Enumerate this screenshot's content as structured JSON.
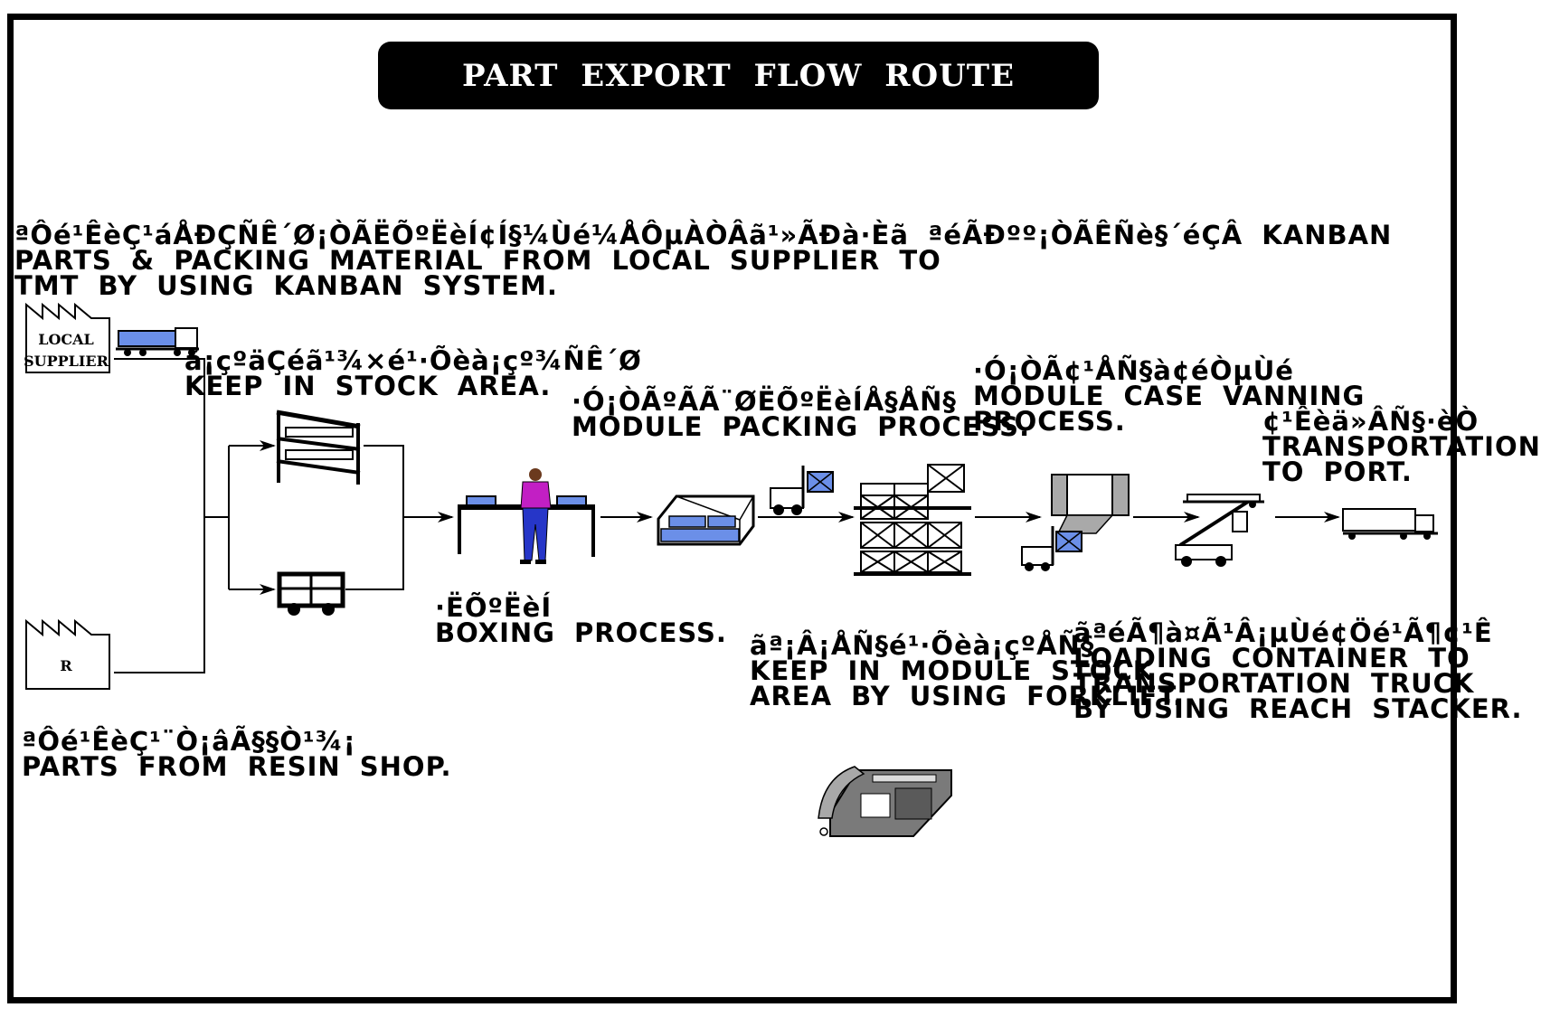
{
  "title": "PART  EXPORT  FLOW  ROUTE",
  "factories": {
    "local_supplier": [
      "LOCAL",
      "SUPPLIER"
    ],
    "resin": "R"
  },
  "labels": {
    "kanban": {
      "line1": "ªÔé¹ÊèÇ¹áÅÐÇÑÊ´Ø¡ÒÃËÕºËèÍ¢Í§¼Ùé¼ÅÔµÀÒÂã¹»ÃÐà·Èã ªéÃÐºº¡ÒÃÊÑè§´éÇÂ  KANBAN",
      "line2": "PARTS  &  PACKING  MATERIAL  FROM  LOCAL  SUPPLIER  TO",
      "line3": "TMT  BY  USING  KANBAN  SYSTEM."
    },
    "keep_stock": {
      "line1": "ã¡çºäÇéã¹¾×é¹·Õèà¡çº¾ÑÊ´Ø",
      "line2": "KEEP  IN  STOCK  AREA."
    },
    "module_packing": {
      "line1": "·Ó¡ÒÃºÃÃ¨ØËÕºËèÍÅ§ÅÑ§",
      "line2": "MODULE  PACKING  PROCESS."
    },
    "vanning": {
      "line1": "·Ó¡ÒÃ¢¹ÅÑ§à¢éÒµÙé",
      "line2": "MODULE  CASE  VANNING",
      "line3": "PROCESS."
    },
    "transport": {
      "line1": "¢¹Êèä»ÂÑ§·èÒ",
      "line2": "TRANSPORTATION",
      "line3": "TO  PORT."
    },
    "boxing": {
      "line1": "·ËÕºËèÍ",
      "line2": "BOXING  PROCESS."
    },
    "module_stock": {
      "line1": "ãª¡Â¡ÅÑ§é¹·Õèà¡çºÅÑ§",
      "line2": "KEEP  IN  MODULE  STOCK",
      "line3": "AREA  BY  USING  FORKLIFT."
    },
    "loading": {
      "line1": "ãªéÃ¶à¤Ã¹Â¡µÙé¢Öé¹Ã¶¢¹Ê",
      "line2": "LOADING  CONTAINER  TO",
      "line3": "TRANSPORTATION  TRUCK",
      "line4": "BY  USING  REACH  STACKER."
    },
    "resin_shop": {
      "line1": "ªÔé¹ÊèÇ¹¨Ò¡âÃ§§Ò¹¾¡",
      "line2": "PARTS  FROM  RESIN  SHOP."
    }
  },
  "icons": {
    "truck": "truck-icon",
    "rack": "storage-rack-icon",
    "cart": "cart-icon",
    "worker": "worker-at-bench-icon",
    "pallet": "packed-pallet-icon",
    "forklift": "forklift-icon",
    "stack": "module-stack-icon",
    "container": "container-vanning-icon",
    "reach_stacker": "reach-stacker-icon",
    "trailer": "container-trailer-icon",
    "phone": "telephone-icon"
  },
  "colors": {
    "accent_blue": "#6b8fe8",
    "worker_shirt": "#c21fc4",
    "worker_pants": "#2636c8",
    "line": "#000000"
  }
}
